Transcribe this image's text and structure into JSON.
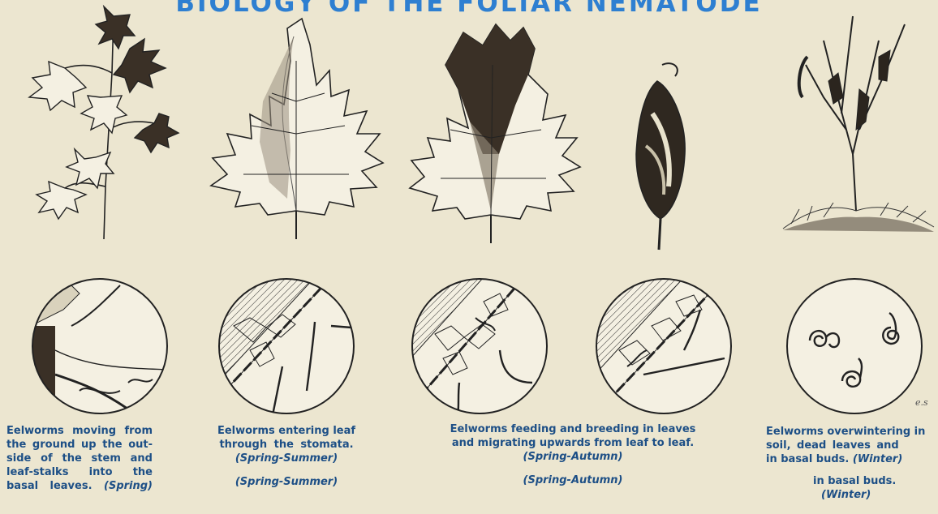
{
  "title": "BIOLOGY OF THE FOLIAR NEMATODE",
  "stages": [
    {
      "plant": "stem-with-leaves",
      "view": "stem-base-closeup",
      "lines": [
        "Eelworms moving from",
        "the ground up the out-",
        "side of the stem and",
        "leaf-stalks into the",
        "basal leaves."
      ],
      "season": "(Spring)"
    },
    {
      "plant": "healthy-leaf",
      "view": "stomata-section",
      "lines": [
        "Eelworms entering leaf",
        "through the stomata."
      ],
      "season": "(Spring-Summer)",
      "season_repeat": "(Spring-Summer)"
    },
    {
      "plant": "infested-leaf",
      "view": "leaf-tissue-section",
      "lines": [
        "Eelworms feeding and breeding in leaves",
        "and migrating upwards from leaf to leaf."
      ],
      "season": "(Spring-Autumn)",
      "season_repeat": "(Spring-Autumn)"
    },
    {
      "plant": "shrivelled-leaf",
      "view": "leaf-tissue-section-2"
    },
    {
      "plant": "bare-stem-with-dead-leaves",
      "view": "coiled-eelworms",
      "lines": [
        "Eelworms overwintering in",
        "soil, dead leaves and",
        "in basal buds."
      ],
      "season": "(Winter)",
      "repeat_line": "in basal buds.",
      "season_repeat": "(Winter)"
    }
  ],
  "signature": "e.s"
}
